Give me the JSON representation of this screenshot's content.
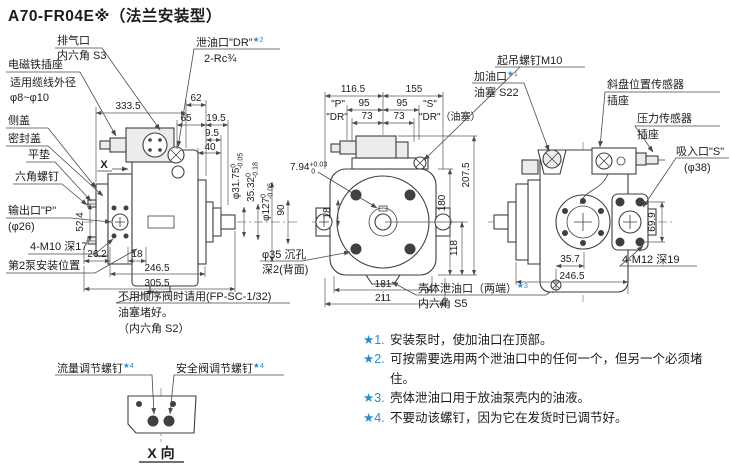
{
  "title": "A70-FR04E※（法兰安装型）",
  "colors": {
    "line": "#3f3f3f",
    "star_blue": "#2a8bcd",
    "background": "#ffffff"
  },
  "side_view": {
    "callouts": {
      "exhaust1": "排气口",
      "exhaust2": "内六角 S3",
      "solenoid_socket": "电磁铁插座",
      "cable1": "适用缆线外径",
      "cable2": "φ8~φ10",
      "side_cover": "侧盖",
      "seal_cover": "密封盖",
      "flat_washer": "平垫",
      "hex_screw": "六角螺钉",
      "outlet1": "输出口\"P\"",
      "outlet2": "(φ26)",
      "m10_thread": "4-M10 深17",
      "pump2_position": "第2泵安装位置",
      "seq1": "不用顺序阀时请用(FP-SC-1/32)",
      "seq2": "油塞堵好。",
      "seq3": "（内六角 S2）",
      "drain_port": "泄油口\"DR\"",
      "drain_star": "★2",
      "drain_thread": "2-Rc¾",
      "x_marker": "X"
    },
    "dims": {
      "overall": "333.5",
      "shaft_len": "62",
      "d65": "65",
      "d19_5": "19.5",
      "d9_5": "9.5",
      "d40": "40",
      "bolt_span": "52.4",
      "d26_2": "26.2",
      "d18": "18",
      "d246_5": "246.5",
      "d305_5": "305.5",
      "shaft_dia": "φ31.75",
      "shaft_dia_hi": "0",
      "shaft_dia_lo": "-0.05",
      "key_flat": "35.32",
      "key_flat_hi": "0",
      "key_flat_lo": "-0.18",
      "pilot_dia": "φ127",
      "pilot_dia_hi": "0",
      "pilot_dia_lo": "-0.05",
      "d90": "90"
    }
  },
  "front_view": {
    "dims": {
      "d116_5": "116.5",
      "d155": "155",
      "p_label": "\"P\"",
      "d95a": "95",
      "d95b": "95",
      "s_label": "\"S\"",
      "dr_left": "\"DR\"",
      "d73a": "73",
      "d73b": "73",
      "dr_right": "\"DR\"（油塞）",
      "key_w": "7.94",
      "key_w_hi": "+0.03",
      "key_w_lo": "0",
      "d18": "18",
      "d180": "180",
      "d118": "118",
      "d207_5": "207.5",
      "d181": "181",
      "d211": "211"
    },
    "callouts": {
      "counterbore1": "φ35 沉孔",
      "counterbore2": "深2(背面)",
      "case_drain": "壳体泄油口（两端）",
      "case_drain_star": "★3",
      "case_drain_hex": "内六角 S5"
    }
  },
  "right_view": {
    "callouts": {
      "lift_screw": "起吊螺钉M10",
      "fill_port": "加油口",
      "fill_port_star": "★1",
      "fill_plug": "油塞 S22",
      "swash1": "斜盘位置传感器",
      "swash2": "插座",
      "pressure1": "压力传感器",
      "pressure2": "插座",
      "suction1": "吸入口\"S\"",
      "suction2": "(φ38)",
      "m12_thread": "4-M12 深19"
    },
    "dims": {
      "d69_9": "69.9",
      "d35_7": "35.7",
      "d246_5": "246.5"
    }
  },
  "x_view": {
    "flow_screw": "流量调节螺钉",
    "flow_screw_star": "★4",
    "relief_screw": "安全阀调节螺钉",
    "relief_screw_star": "★4",
    "view_label": "X 向"
  },
  "notes": [
    {
      "marker": "★1.",
      "text": "安装泵时，使加油口在顶部。"
    },
    {
      "marker": "★2.",
      "text": "可按需要选用两个泄油口中的任何一个，但另一个必须堵住。"
    },
    {
      "marker": "★3.",
      "text": "壳体泄油口用于放油泵壳内的油液。"
    },
    {
      "marker": "★4.",
      "text": "不要动该螺钉，因为它在发货时已调节好。"
    }
  ]
}
